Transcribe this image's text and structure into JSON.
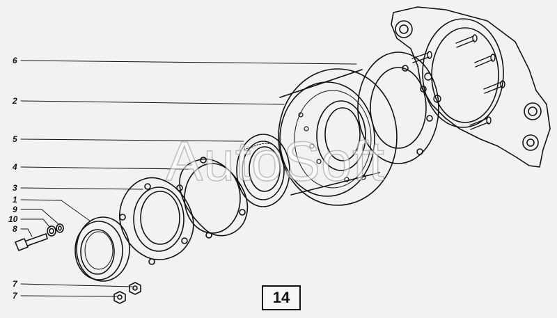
{
  "figure_number": "14",
  "watermark": "AutoSoft",
  "callouts": {
    "c6": "6",
    "c2": "2",
    "c5": "5",
    "c4": "4",
    "c3": "3",
    "c1": "1",
    "c9": "9",
    "c10": "10",
    "c8": "8",
    "c7a": "7",
    "c7b": "7"
  },
  "colors": {
    "line": "#111111",
    "paper": "#f2f2f0"
  }
}
